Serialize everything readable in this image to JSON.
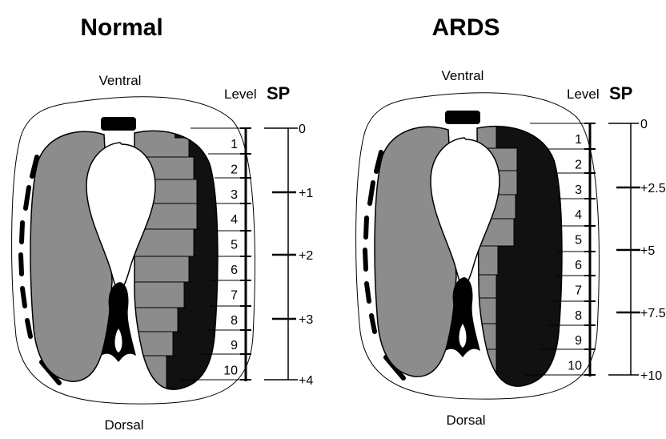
{
  "panels": [
    {
      "title": "Normal",
      "top_label": "Ventral",
      "bottom_label": "Dorsal",
      "level_header": "Level",
      "sp_header": "SP",
      "levels": [
        "1",
        "2",
        "3",
        "4",
        "5",
        "6",
        "7",
        "8",
        "9",
        "10"
      ],
      "sp_values": [
        "0",
        "+1",
        "+2",
        "+3",
        "+4"
      ]
    },
    {
      "title": "ARDS",
      "top_label": "Ventral",
      "bottom_label": "Dorsal",
      "level_header": "Level",
      "sp_header": "SP",
      "levels": [
        "1",
        "2",
        "3",
        "4",
        "5",
        "6",
        "7",
        "8",
        "9",
        "10"
      ],
      "sp_values": [
        "0",
        "+2.5",
        "+5",
        "+7.5",
        "+10"
      ]
    }
  ],
  "colors": {
    "lung": "#8c8c8c",
    "dense": "#111111",
    "outline": "#000000"
  }
}
